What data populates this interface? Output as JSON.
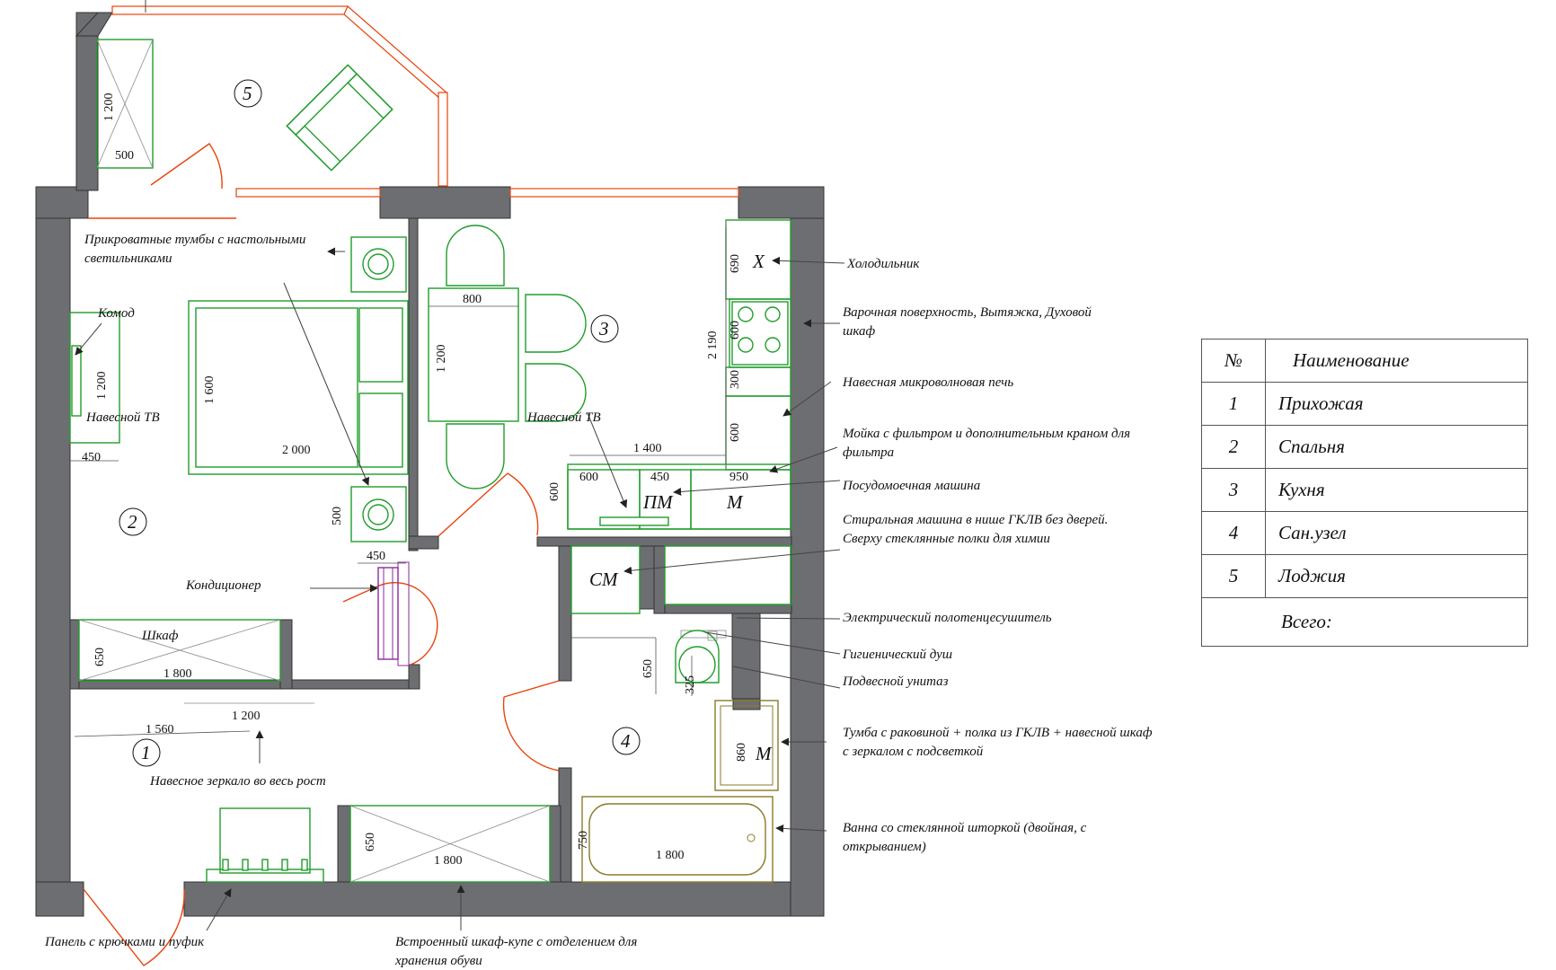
{
  "rooms": [
    {
      "num": "1"
    },
    {
      "num": "2"
    },
    {
      "num": "3"
    },
    {
      "num": "4"
    },
    {
      "num": "5"
    }
  ],
  "callouts": {
    "fridge": "Холодильник",
    "hob_line1": "Варочная поверхность, Вытяжка, Духовой",
    "hob_line2": "шкаф",
    "microwave": "Навесная микроволновая печь",
    "sink_line1": "Мойка с фильтром и дополнительным краном для",
    "sink_line2": "фильтра",
    "dishwasher": "Посудомоечная машина",
    "washer_line1": "Стиральная машина в нише ГКЛВ без дверей.",
    "washer_line2": "Сверху стеклянные полки для химии",
    "towel": "Электрический полотенцесушитель",
    "shower": "Гигиенический душ",
    "toilet": "Подвесной унитаз",
    "vanity_line1": "Тумба с раковиной + полка из ГКЛВ + навесной шкаф",
    "vanity_line2": "с зеркалом с подсветкой",
    "bath_line1": "Ванна со стеклянной шторкой (двойная, с",
    "bath_line2": "открыванием)",
    "nightstands_line1": "Прикроватные тумбы с настольными",
    "nightstands_line2": "светильниками",
    "dresser": "Комод",
    "tv_bedroom": "Навесной ТВ",
    "tv_kitchen": "Навесной ТВ",
    "ac": "Кондиционер",
    "wardrobe": "Шкаф",
    "mirror": "Навесное зеркало во весь рост",
    "hooks": "Панель с крючками и пуфик",
    "closet_line1": "Встроенный  шкаф-купе с отделением для",
    "closet_line2": "хранения обуви"
  },
  "marks": {
    "fridge": "Х",
    "dishwasher": "ПМ",
    "microwave_m": "М",
    "washer": "СМ",
    "vanity_m": "М"
  },
  "dims": {
    "loggia_1200": "1 200",
    "loggia_500": "500",
    "dresser_1200": "1 200",
    "dresser_450": "450",
    "bed_1600": "1 600",
    "bed_2000": "2 000",
    "nightstand_500": "500",
    "nightstand_450": "450",
    "table_800": "800",
    "table_1200": "1 200",
    "kitchen_2190": "2 190",
    "k690": "690",
    "k600a": "600",
    "k300": "300",
    "k600b": "600",
    "k1400": "1 400",
    "k600c": "600",
    "k450": "450",
    "k950": "950",
    "k600d": "600",
    "wardrobe_650": "650",
    "wardrobe_1800": "1 800",
    "hall_1560": "1 560",
    "hall_1200": "1 200",
    "closet_650": "650",
    "closet_1800": "1 800",
    "bath_750": "750",
    "bath_1800": "1 800",
    "toilet_650": "650",
    "toilet_325": "325",
    "vanity_860": "860"
  },
  "legend": {
    "header_num": "№",
    "header_name": "Наименование",
    "rows": [
      {
        "num": "1",
        "name": "Прихожая"
      },
      {
        "num": "2",
        "name": "Спальня"
      },
      {
        "num": "3",
        "name": "Кухня"
      },
      {
        "num": "4",
        "name": "Сан.узел"
      },
      {
        "num": "5",
        "name": "Лоджия"
      }
    ],
    "total": "Всего:"
  },
  "colors": {
    "wall": "#6d6e71",
    "furniture": "#1f9d2a",
    "doors_windows": "#e8430c",
    "ac_unit": "#8a2a9a",
    "bath": "#8a7a2a"
  }
}
